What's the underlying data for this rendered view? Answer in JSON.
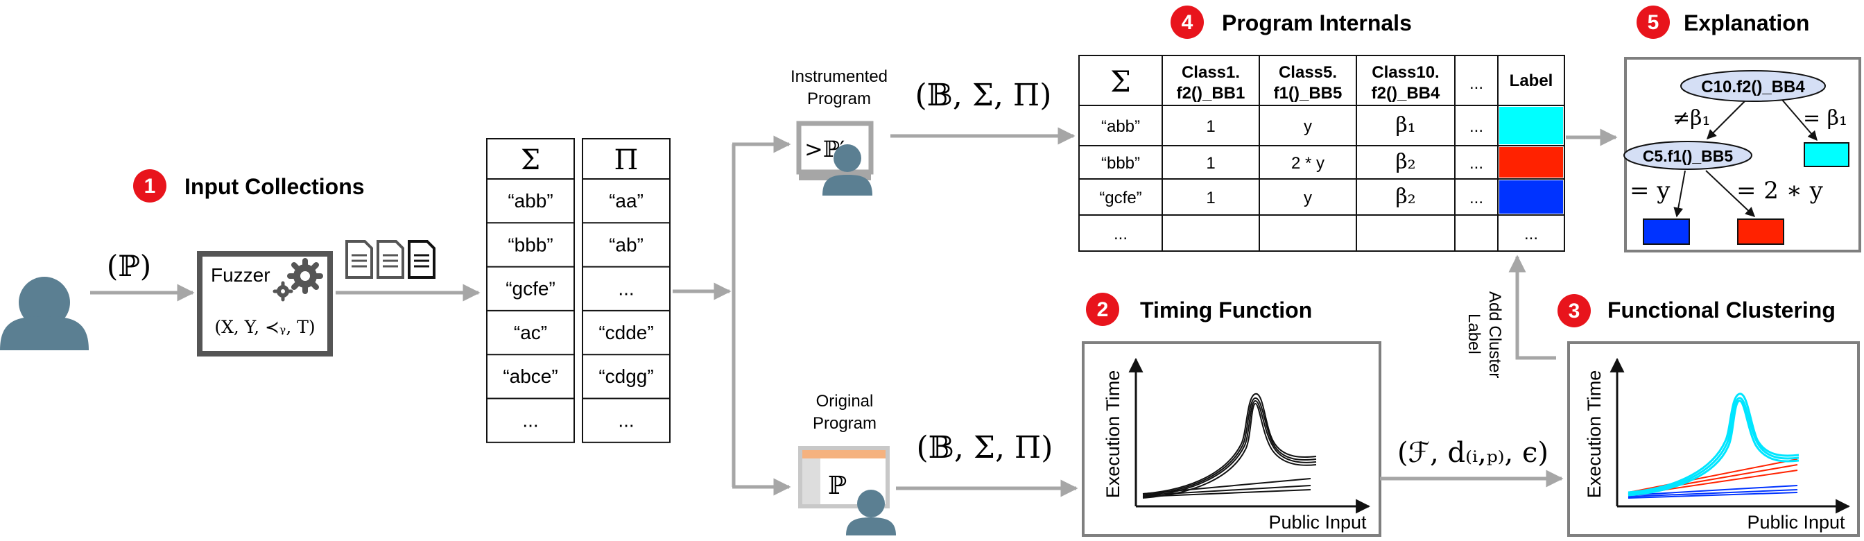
{
  "colors": {
    "badge_red": "#e8141c",
    "arrow_gray": "#a6a6a6",
    "user_blue": "#5b7f92",
    "box_gray": "#7f7f7f",
    "cyan": "#00ffff",
    "red": "#ff2200",
    "blue": "#0033ff",
    "node_fill": "#d5dff5"
  },
  "steps": [
    {
      "num": "1",
      "title": "Input Collections"
    },
    {
      "num": "2",
      "title": "Timing Function"
    },
    {
      "num": "3",
      "title": "Functional Clustering"
    },
    {
      "num": "4",
      "title": "Program Internals"
    },
    {
      "num": "5",
      "title": "Explanation"
    }
  ],
  "user_icon": "user-icon",
  "program_input_label": "(ℙ)",
  "fuzzer": {
    "title": "Fuzzer",
    "formula": "(X, Y, ≺ᵧ, T)",
    "icon": "gear-icon",
    "docs_icon": "documents-icon"
  },
  "sigma_table": {
    "header": "Σ",
    "rows": [
      "“abb”",
      "“bbb”",
      "“gcfe”",
      "“ac”",
      "“abce”",
      "..."
    ]
  },
  "pi_table": {
    "header": "Π",
    "rows": [
      "“aa”",
      "“ab”",
      "...",
      "“cdde”",
      "“cdgg”",
      "..."
    ]
  },
  "instrumented": {
    "line1": "Instrumented",
    "line2": "Program",
    "screen": ">ℙ′",
    "edge_label": "(𝔹, Σ, Π)"
  },
  "original": {
    "line1": "Original",
    "line2": "Program",
    "screen": "ℙ",
    "edge_label": "(𝔹, Σ, Π)"
  },
  "internals_table": {
    "headers": [
      "Σ",
      "Class1.\nf2()_BB1",
      "Class5.\nf1()_BB5",
      "Class10.\nf2()_BB4",
      "...",
      "Label"
    ],
    "rows": [
      {
        "cells": [
          "“abb”",
          "1",
          "y",
          "β₁",
          "..."
        ],
        "label_color": "#00ffff"
      },
      {
        "cells": [
          "“bbb”",
          "1",
          "2 * y",
          "β₂",
          "..."
        ],
        "label_color": "#ff2200"
      },
      {
        "cells": [
          "“gcfe”",
          "1",
          "y",
          "β₂",
          "..."
        ],
        "label_color": "#0033ff"
      },
      {
        "cells": [
          "...",
          "",
          "",
          "",
          "",
          "..."
        ],
        "label_color": ""
      }
    ]
  },
  "timing_plot": {
    "ylabel": "Execution Time",
    "xlabel": "Public Input"
  },
  "cluster_plot": {
    "ylabel": "Execution Time",
    "xlabel": "Public Input"
  },
  "cluster_edge_label": "(ℱ, d₍ᵢ,ₚ₎, ϵ)",
  "add_cluster_label": {
    "line1": "Add Cluster",
    "line2": "Label"
  },
  "tree": {
    "root": "C10.f2()_BB4",
    "child": "C5.f1()_BB5",
    "edge_neq": "≠β₁",
    "edge_eq": "= β₁",
    "edge_y": "= y",
    "edge_2y": "= 2 ∗ y"
  }
}
